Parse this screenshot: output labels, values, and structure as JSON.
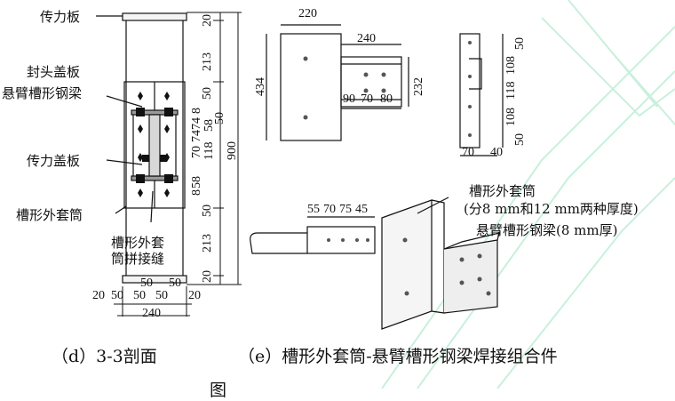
{
  "section_d": {
    "labels": {
      "plate_top": "传力板",
      "end_cover": "封头盖板",
      "cantilever_beam": "悬臂槽形钢梁",
      "force_cover": "传力盖板",
      "channel_sleeve": "槽形外套筒",
      "seam_line1": "槽形外套",
      "seam_line2": "筒拼接缝"
    },
    "right_dims": [
      "20",
      "213",
      "50",
      "8",
      "58",
      "50",
      "118",
      "58",
      "74",
      "70",
      "74",
      "8",
      "50",
      "213",
      "20"
    ],
    "total_height": "900",
    "bottom_dims": [
      "20",
      "50",
      "50",
      "50",
      "20"
    ],
    "bottom_dims_top": [
      "50",
      "50"
    ],
    "total_width": "240",
    "caption": "（d）3-3剖面"
  },
  "section_e": {
    "top_view": {
      "width_220": "220",
      "width_240": "240",
      "height_434": "434",
      "height_232": "232",
      "bolt_spacing": [
        "90",
        "70",
        "80"
      ]
    },
    "side_view": {
      "dims": [
        "50",
        "108",
        "118",
        "108",
        "50"
      ],
      "bottom": [
        "70",
        "40"
      ]
    },
    "unfold_view": {
      "dims": [
        "55",
        "70",
        "75",
        "45"
      ]
    },
    "labels": {
      "sleeve": "槽形外套筒",
      "sleeve_note": "(分8 mm和12 mm两种厚度)",
      "beam": "悬臂槽形钢梁(8 mm厚)"
    },
    "caption": "（e）槽形外套筒-悬臂槽形钢梁焊接组合件"
  },
  "figure_caption": "图"
}
